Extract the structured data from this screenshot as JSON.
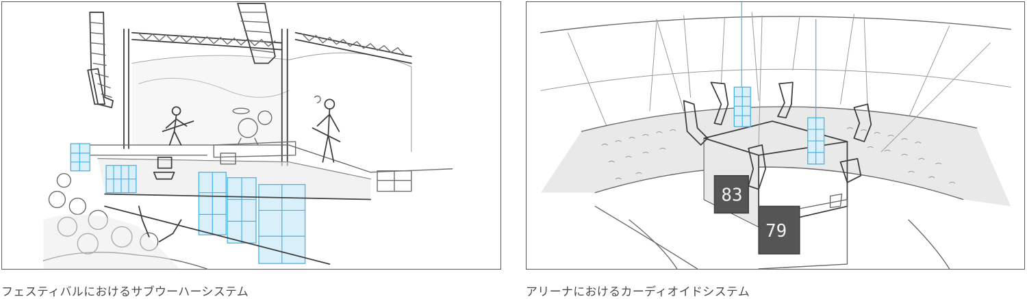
{
  "panels": [
    {
      "caption": "フェスティバルにおけるサブウーハーシステム"
    },
    {
      "caption": "アリーナにおけるカーディオイドシステム",
      "scores": [
        "83",
        "79"
      ]
    }
  ],
  "colors": {
    "accent": "#45b3e6",
    "sketch": "#6b6b6b",
    "score_screen": "#555555"
  }
}
